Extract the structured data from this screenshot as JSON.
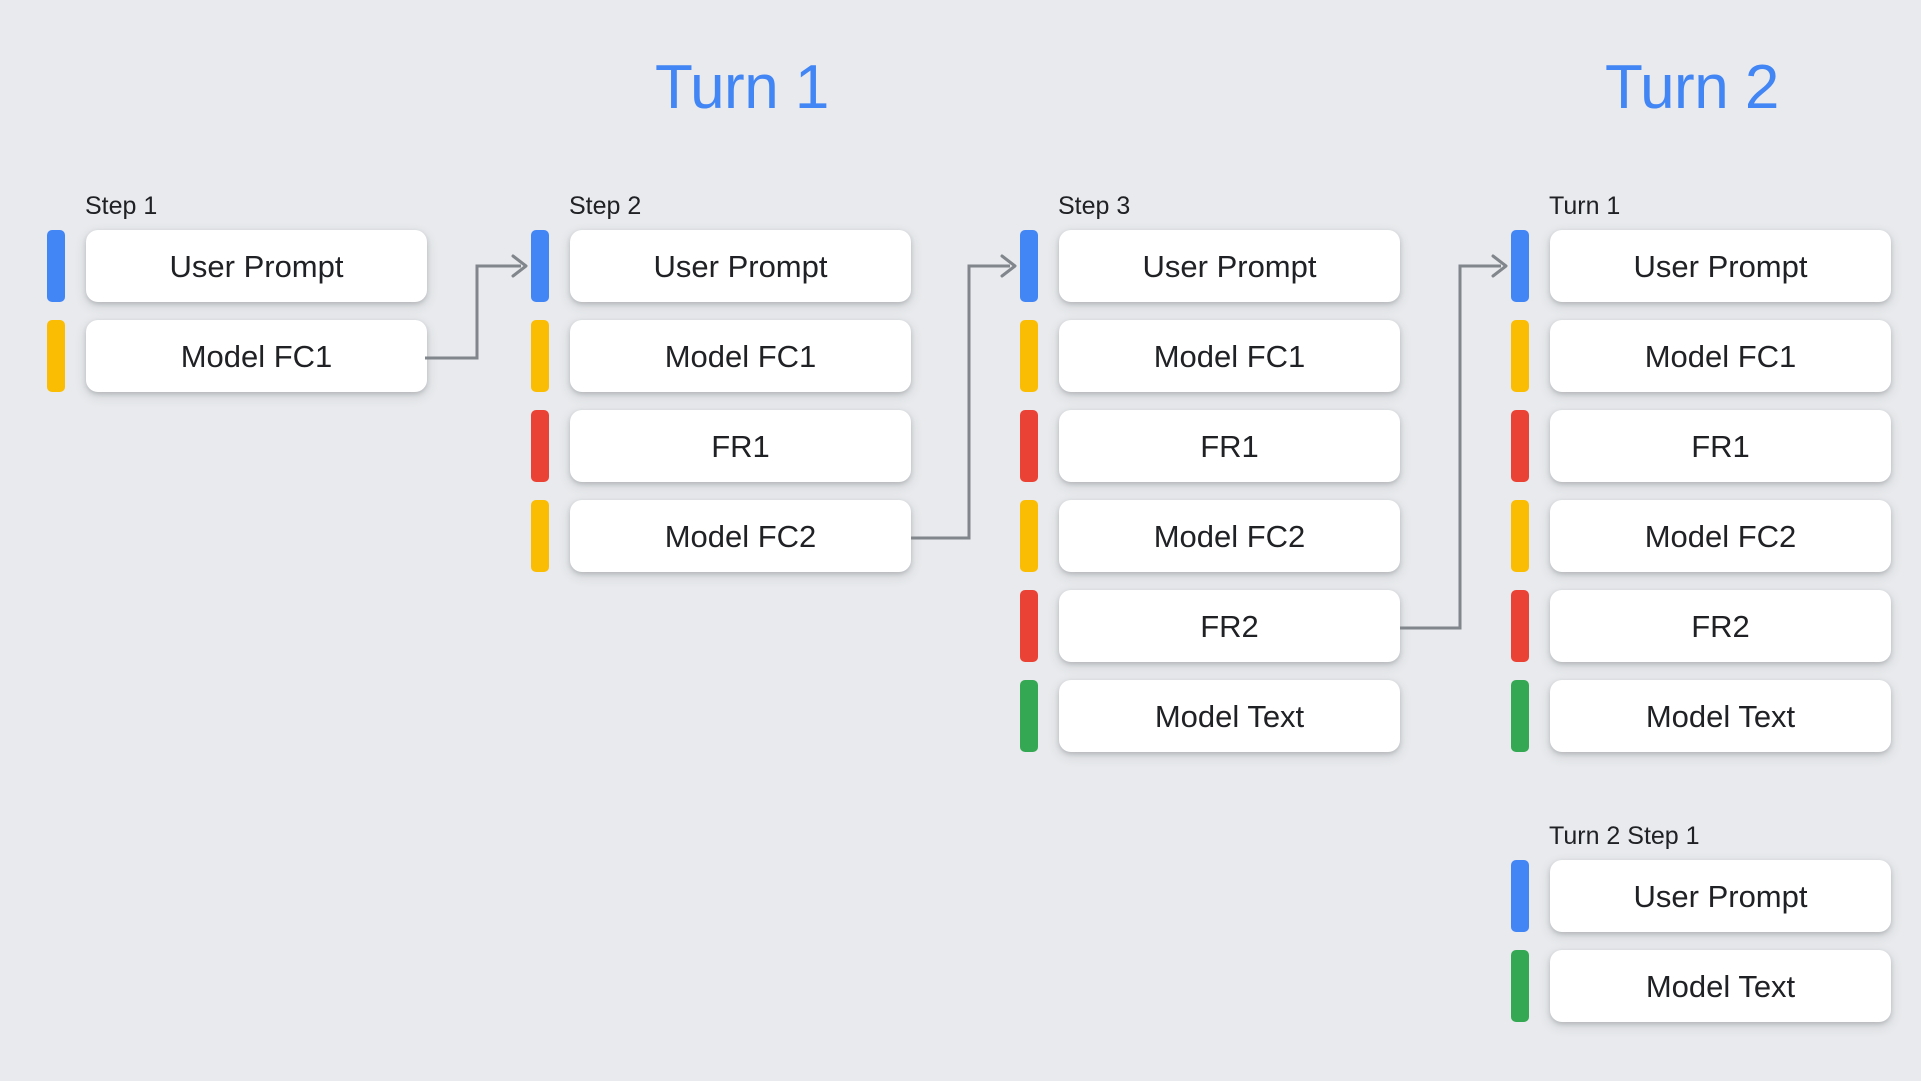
{
  "background_color": "#e8eaed",
  "palette": {
    "blue": "#4285f4",
    "yellow": "#fbbc04",
    "red": "#ea4335",
    "green": "#34a853",
    "card": "#ffffff",
    "text": "#202124",
    "connector": "#80868b"
  },
  "titles": {
    "turn_1": "Turn 1",
    "turn_2": "Turn 2"
  },
  "columns": [
    {
      "id": "step-1",
      "label": "Step 1",
      "rows": [
        {
          "label": "User Prompt",
          "color": "blue"
        },
        {
          "label": "Model FC1",
          "color": "yellow"
        }
      ]
    },
    {
      "id": "step-2",
      "label": "Step 2",
      "rows": [
        {
          "label": "User Prompt",
          "color": "blue"
        },
        {
          "label": "Model FC1",
          "color": "yellow"
        },
        {
          "label": "FR1",
          "color": "red"
        },
        {
          "label": "Model FC2",
          "color": "yellow"
        }
      ]
    },
    {
      "id": "step-3",
      "label": "Step 3",
      "rows": [
        {
          "label": "User Prompt",
          "color": "blue"
        },
        {
          "label": "Model FC1",
          "color": "yellow"
        },
        {
          "label": "FR1",
          "color": "red"
        },
        {
          "label": "Model FC2",
          "color": "yellow"
        },
        {
          "label": "FR2",
          "color": "red"
        },
        {
          "label": "Model Text",
          "color": "green"
        }
      ]
    },
    {
      "id": "turn-1-summary",
      "label": "Turn 1",
      "rows": [
        {
          "label": "User Prompt",
          "color": "blue"
        },
        {
          "label": "Model FC1",
          "color": "yellow"
        },
        {
          "label": "FR1",
          "color": "red"
        },
        {
          "label": "Model FC2",
          "color": "yellow"
        },
        {
          "label": "FR2",
          "color": "red"
        },
        {
          "label": "Model Text",
          "color": "green"
        }
      ]
    },
    {
      "id": "turn-2-step-1",
      "label": "Turn 2 Step 1",
      "rows": [
        {
          "label": "User Prompt",
          "color": "blue"
        },
        {
          "label": "Model Text",
          "color": "green"
        }
      ]
    }
  ],
  "connectors": [
    {
      "id": "connector-1",
      "from": "step-1.Model FC1",
      "to": "step-2.User Prompt"
    },
    {
      "id": "connector-2",
      "from": "step-2.Model FC2",
      "to": "step-3.User Prompt"
    },
    {
      "id": "connector-3",
      "from": "step-3.FR2",
      "to": "turn-1-summary.User Prompt"
    }
  ]
}
